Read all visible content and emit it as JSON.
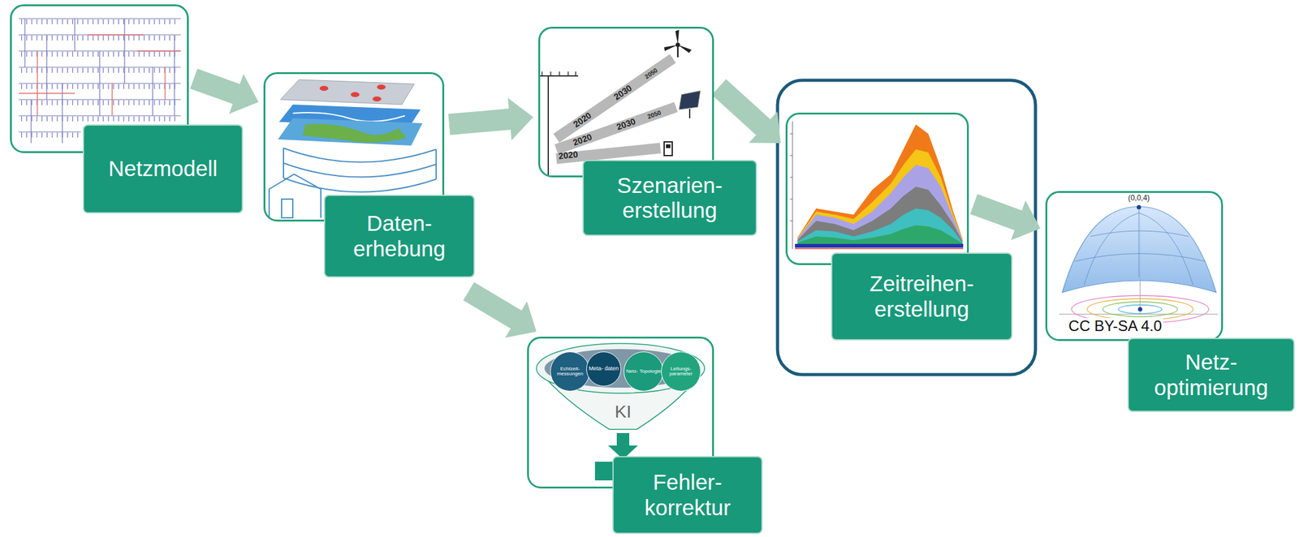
{
  "diagram": {
    "nodes": [
      {
        "text": [
          "Netzmodell"
        ]
      },
      {
        "text": [
          "Daten- erhebung"
        ]
      },
      {
        "text": [
          "Szenarien- erstellung"
        ]
      },
      {
        "text": [
          "Fehler- korrektur"
        ]
      },
      {
        "text": [
          "Echtzeit- messungen"
        ],
        "in": 3
      },
      {
        "text": [
          "Meta- daten"
        ],
        "in": 3
      },
      {
        "text": [
          "Netz- Topologie"
        ],
        "in": 3
      },
      {
        "text": [
          "Leitungs- parameter"
        ],
        "in": 3
      },
      {
        "text": [
          "Zeitreihen- erstellung"
        ]
      },
      {
        "text": [
          "Netz- optimierung"
        ]
      }
    ],
    "edges": [
      {
        "from": 0,
        "to": 1,
        "arrow": "to"
      },
      {
        "from": 1,
        "to": 2,
        "arrow": "to"
      },
      {
        "from": 1,
        "to": 3,
        "arrow": "to"
      },
      {
        "from": 2,
        "to": 8,
        "arrow": "to"
      },
      {
        "from": 8,
        "to": 9,
        "arrow": "to"
      }
    ],
    "labels": [
      "2020",
      "2030",
      "2050",
      "2020",
      "2030",
      "2050",
      "2020",
      "KI",
      "(0,0,4)",
      "CC BY-SA 4.0"
    ]
  }
}
